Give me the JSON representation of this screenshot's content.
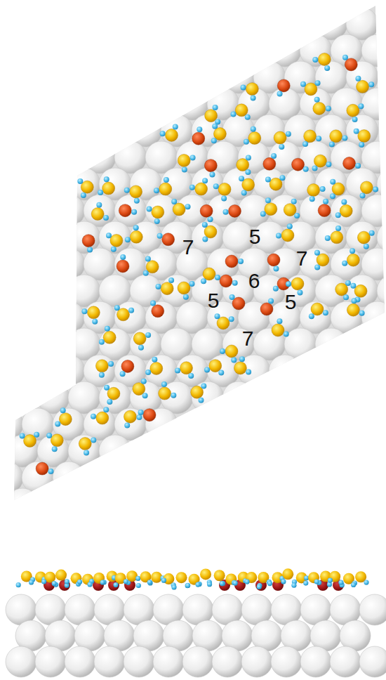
{
  "diagram": {
    "labels": [
      "7",
      "5",
      "7",
      "6",
      "5",
      "5",
      "7"
    ]
  }
}
